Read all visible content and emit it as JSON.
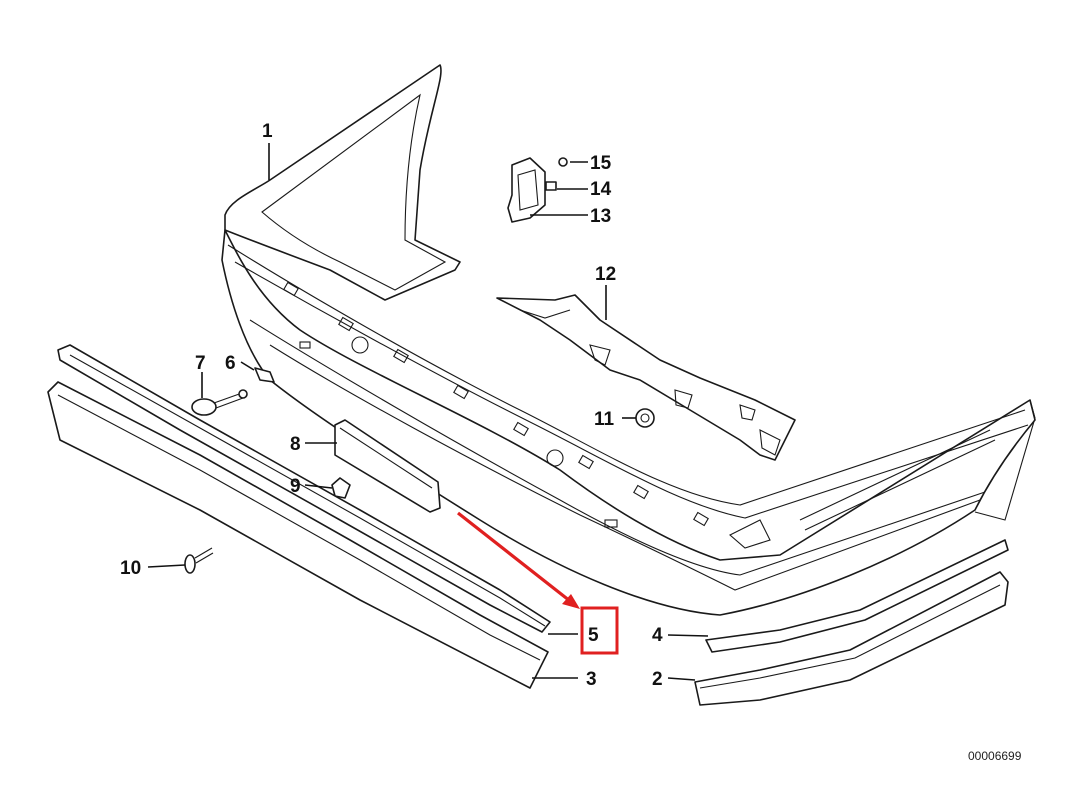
{
  "diagram": {
    "part_labels": {
      "p1": "1",
      "p2": "2",
      "p3": "3",
      "p4": "4",
      "p5": "5",
      "p6": "6",
      "p7": "7",
      "p8": "8",
      "p9": "9",
      "p10": "10",
      "p11": "11",
      "p12": "12",
      "p13": "13",
      "p14": "14",
      "p15": "15"
    },
    "highlighted_part": "5",
    "catalog_number": "00006699",
    "colors": {
      "line": "#1a1a1a",
      "highlight": "#e02020",
      "background": "#ffffff"
    }
  }
}
